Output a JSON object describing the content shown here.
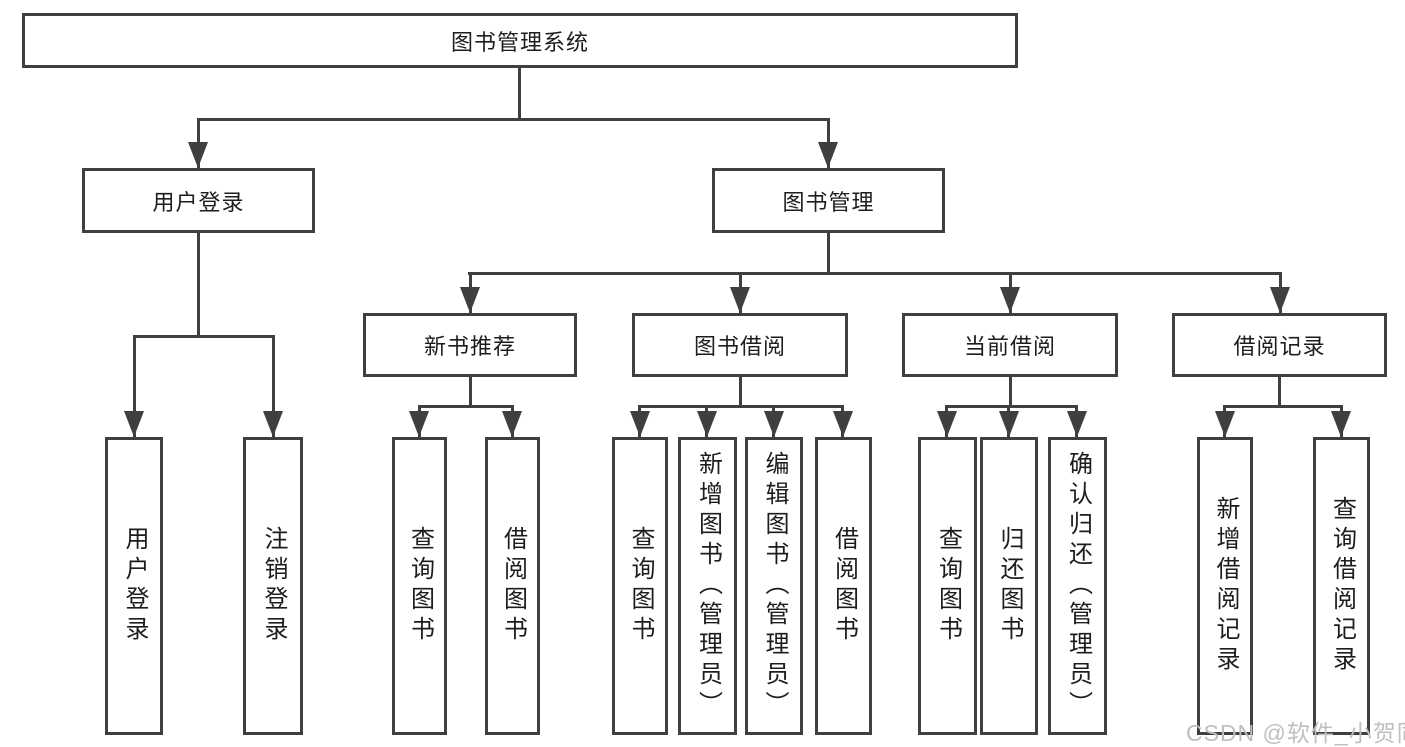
{
  "tree": {
    "root": {
      "label": "图书管理系统",
      "children": [
        {
          "label": "用户登录",
          "children": [
            {
              "label": "用户登录"
            },
            {
              "label": "注销登录"
            }
          ]
        },
        {
          "label": "图书管理",
          "children": [
            {
              "label": "新书推荐",
              "children": [
                {
                  "label": "查询图书"
                },
                {
                  "label": "借阅图书"
                }
              ]
            },
            {
              "label": "图书借阅",
              "children": [
                {
                  "label": "查询图书"
                },
                {
                  "label": "新增图书（管理员）"
                },
                {
                  "label": "编辑图书（管理员）"
                },
                {
                  "label": "借阅图书"
                }
              ]
            },
            {
              "label": "当前借阅",
              "children": [
                {
                  "label": "查询图书"
                },
                {
                  "label": "归还图书"
                },
                {
                  "label": "确认归还（管理员）"
                }
              ]
            },
            {
              "label": "借阅记录",
              "children": [
                {
                  "label": "新增借阅记录"
                },
                {
                  "label": "查询借阅记录"
                }
              ]
            }
          ]
        }
      ]
    }
  },
  "watermark": {
    "text": "CSDN @软件_小贺同学"
  },
  "colors": {
    "line": "#3f3f3f",
    "text": "#1d1d1d",
    "bg": "#ffffff",
    "watermark": "#bfbfbf"
  }
}
